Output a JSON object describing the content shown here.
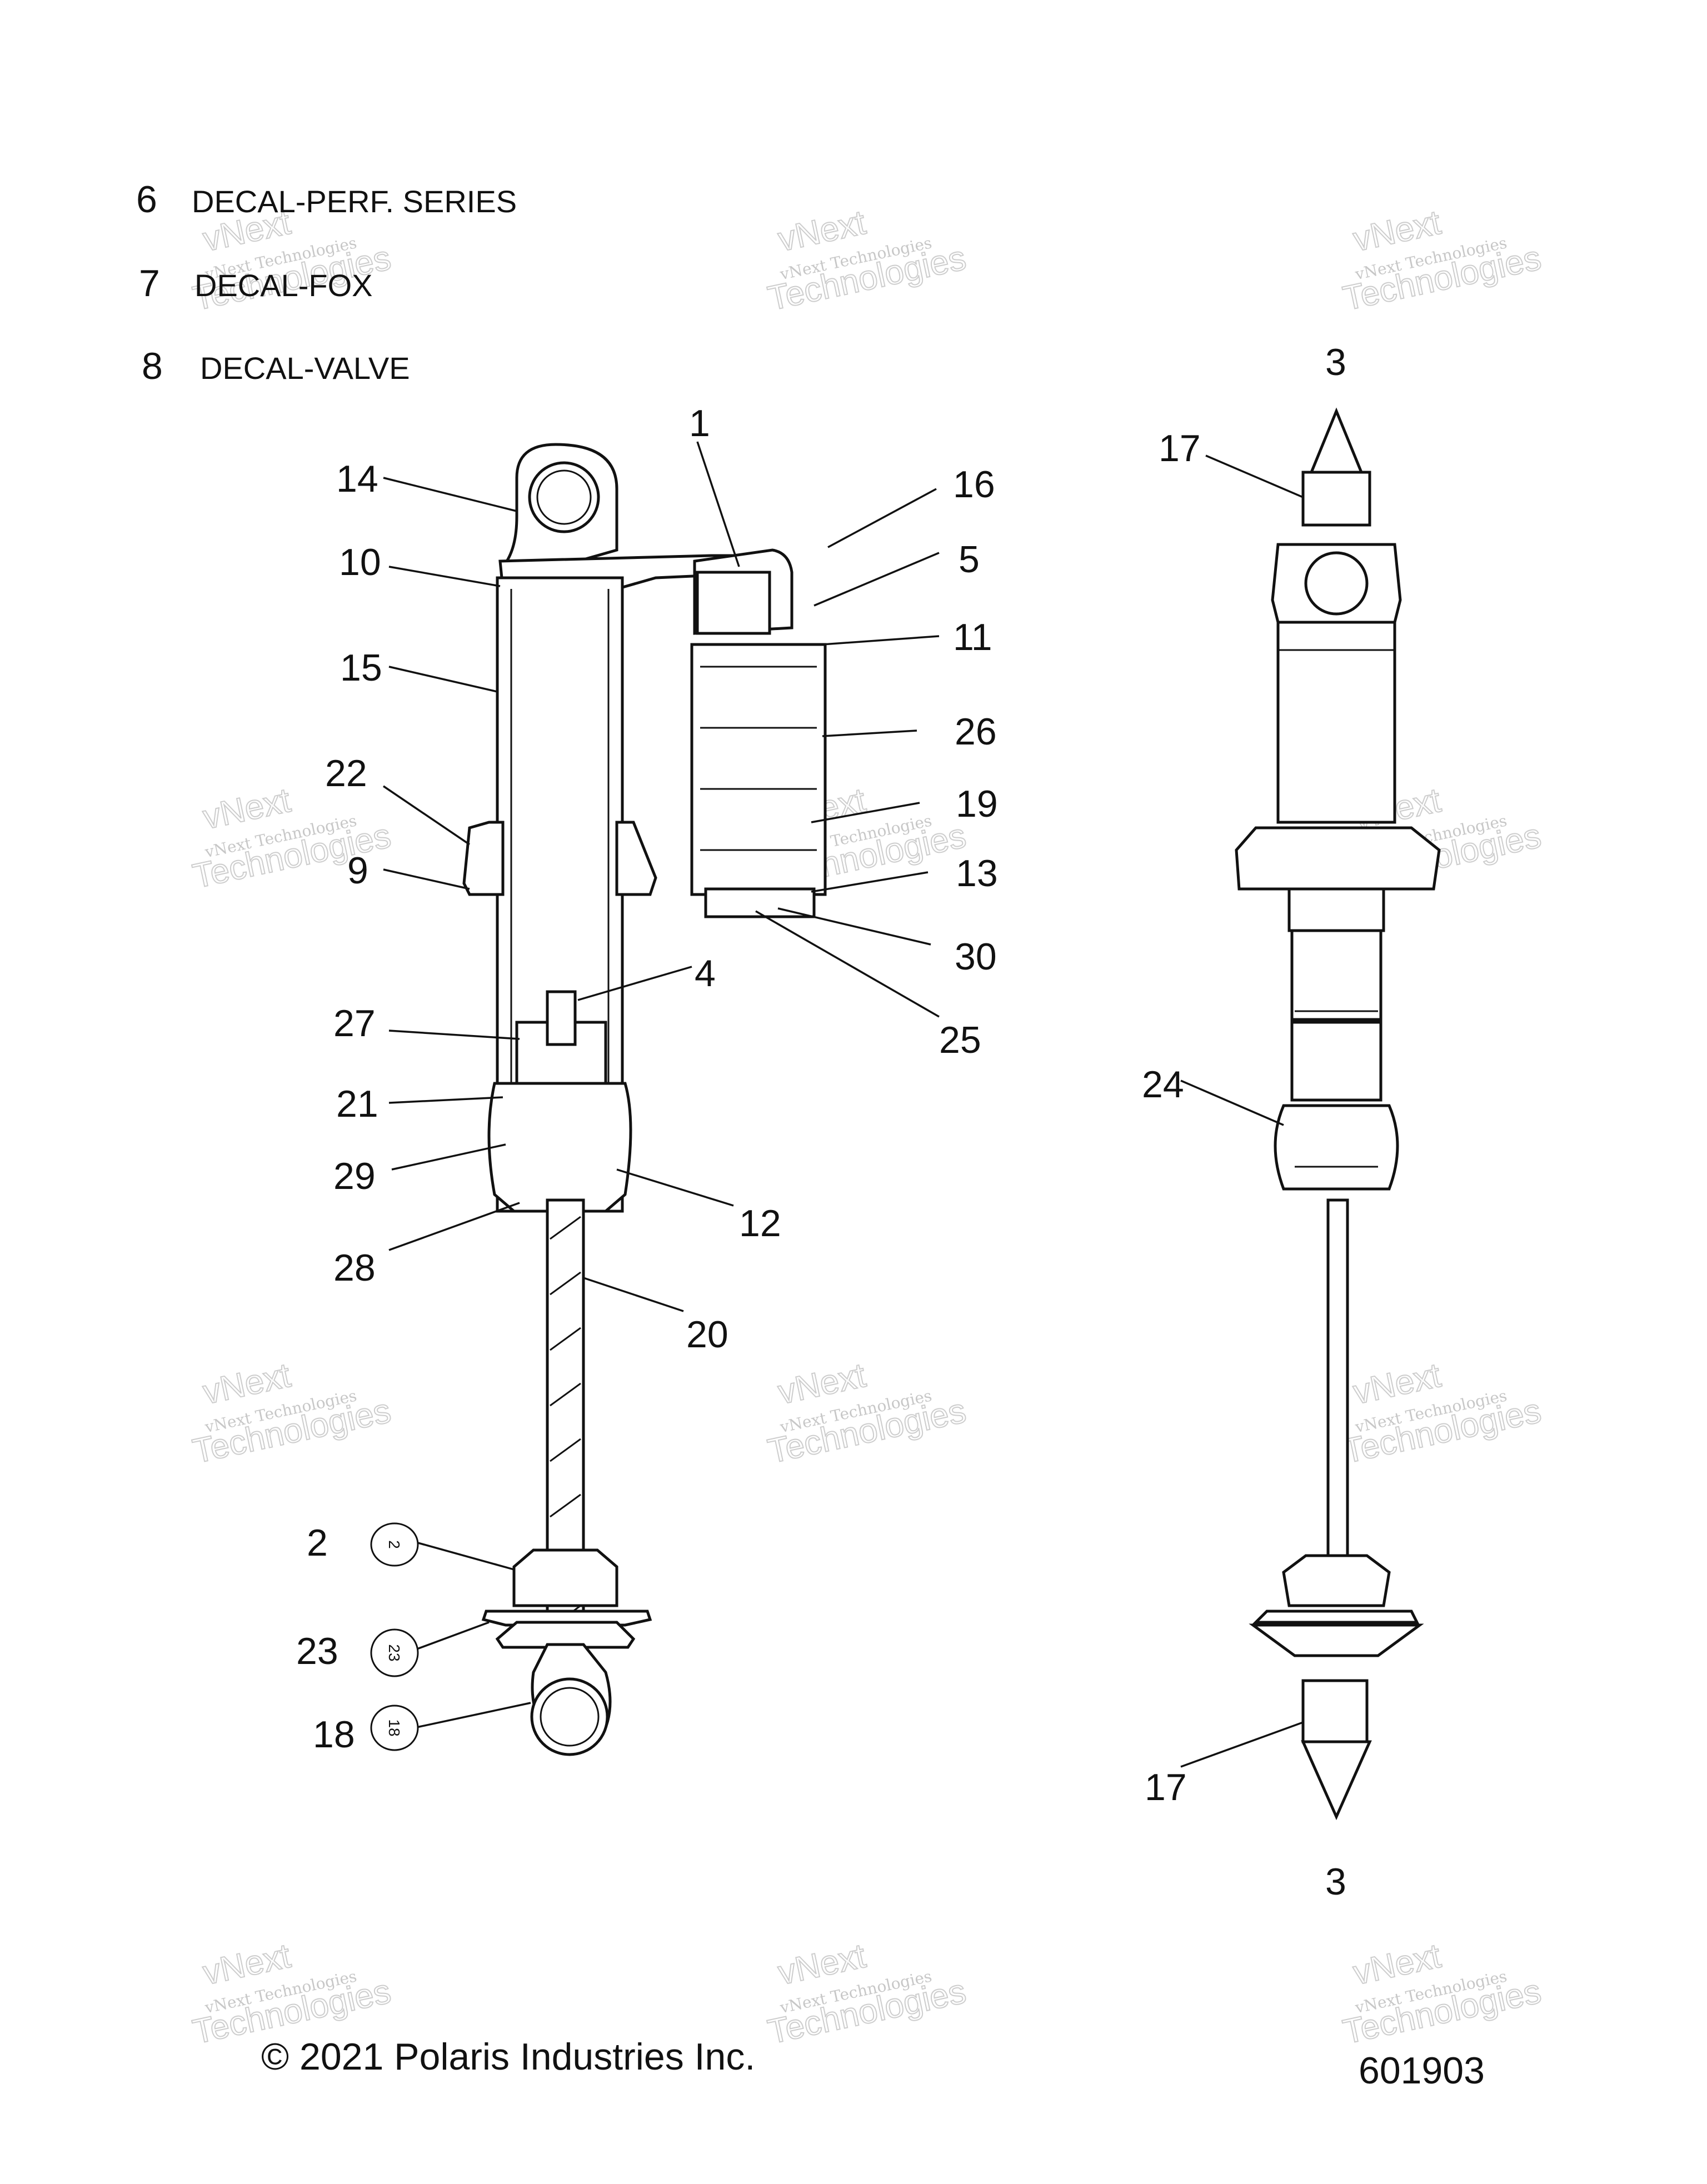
{
  "legend": [
    {
      "num": "6",
      "text": "DECAL-PERF. SERIES"
    },
    {
      "num": "7",
      "text": "DECAL-FOX"
    },
    {
      "num": "8",
      "text": "DECAL-VALVE"
    }
  ],
  "callouts": {
    "left": [
      "1",
      "14",
      "16",
      "10",
      "5",
      "11",
      "15",
      "26",
      "22",
      "19",
      "9",
      "13",
      "30",
      "4",
      "25",
      "27",
      "21",
      "29",
      "12",
      "28",
      "20",
      "2",
      "23",
      "18"
    ],
    "right": [
      "3",
      "17",
      "24",
      "17",
      "3"
    ]
  },
  "bubbles": [
    "2",
    "23",
    "18"
  ],
  "watermark": {
    "line1": "vNext Technologies",
    "line2": "vNext",
    "line3": "Technologies"
  },
  "footer": {
    "copyright": "© 2021 Polaris Industries Inc.",
    "figure_number": "601903"
  }
}
